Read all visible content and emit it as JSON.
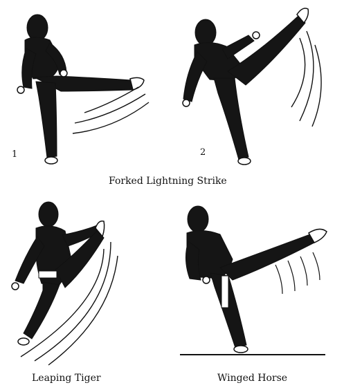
{
  "figures": [
    {
      "number": "1",
      "icon": "martial-artist-side-kick-figure"
    },
    {
      "number": "2",
      "icon": "martial-artist-high-kick-figure"
    },
    {
      "icon": "martial-artist-leaping-kick-figure"
    },
    {
      "icon": "martial-artist-back-kick-figure"
    }
  ],
  "captions": {
    "forked_lightning": "Forked Lightning Strike",
    "leaping_tiger": "Leaping Tiger",
    "winged_horse": "Winged Horse"
  },
  "colors": {
    "ink": "#111111",
    "paper": "#ffffff"
  }
}
